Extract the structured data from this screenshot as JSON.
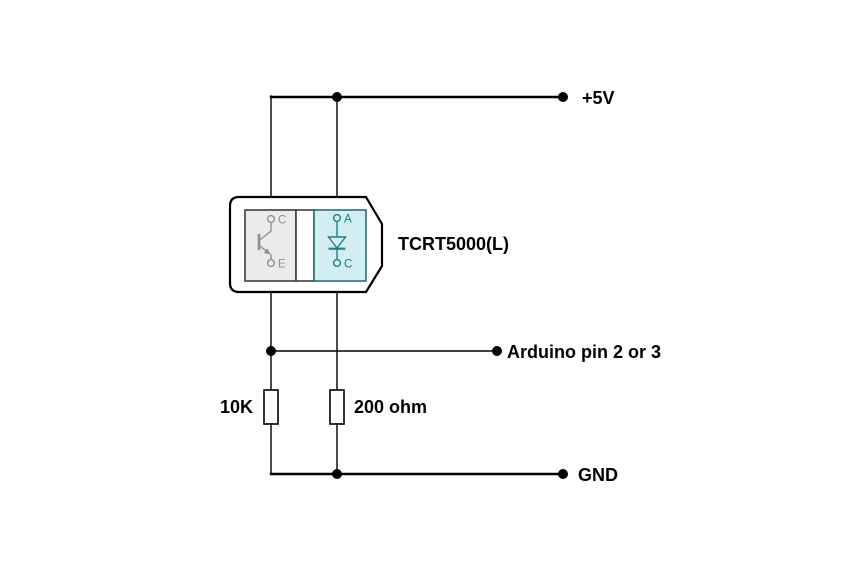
{
  "labels": {
    "vcc": "+5V",
    "component": "TCRT5000(L)",
    "output": "Arduino pin 2 or 3",
    "resistor_pullup": "10K",
    "resistor_led": "200 ohm",
    "ground": "GND",
    "phototransistor": {
      "collector": "C",
      "emitter": "E"
    },
    "led": {
      "anode": "A",
      "cathode": "C"
    }
  },
  "colors": {
    "background": "#ffffff",
    "wire": "#000000",
    "label": "#000000",
    "component-fill": "#ffffff",
    "component-stroke": "#000000",
    "detector-fill": "#ebebeb",
    "detector-stroke": "#3d3d3d",
    "detector-symbol": "#8f8f8f",
    "led-fill": "#d4edf0",
    "led-stroke": "#26727e",
    "led-symbol": "#1f7e88"
  }
}
